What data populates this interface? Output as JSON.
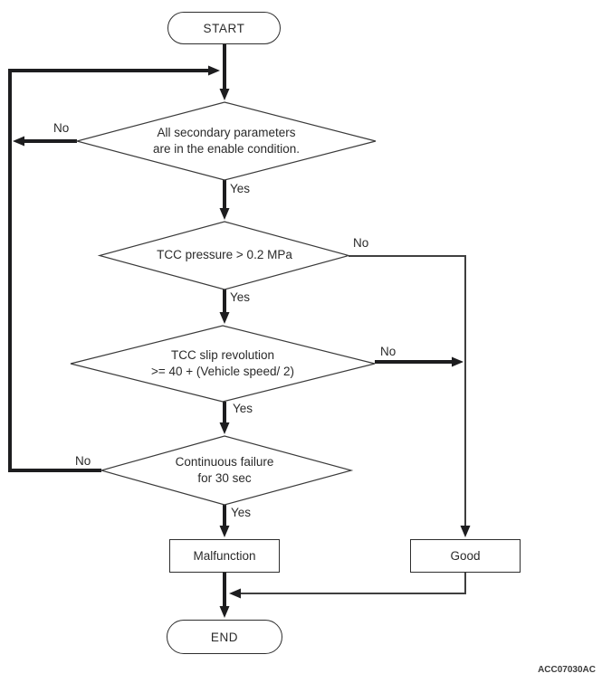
{
  "figure_code": "ACC07030AC",
  "nodes": {
    "start": {
      "label": "START"
    },
    "decision1": {
      "line1": "All secondary parameters",
      "line2": "are in the enable condition."
    },
    "decision2": {
      "line1": "TCC pressure > 0.2 MPa"
    },
    "decision3": {
      "line1": "TCC slip revolution",
      "line2": ">= 40 + (Vehicle speed/ 2)"
    },
    "decision4": {
      "line1": "Continuous failure",
      "line2": "for 30 sec"
    },
    "malfunction": {
      "label": "Malfunction"
    },
    "good": {
      "label": "Good"
    },
    "end": {
      "label": "END"
    }
  },
  "edges": {
    "d1_yes": "Yes",
    "d1_no": "No",
    "d2_yes": "Yes",
    "d2_no": "No",
    "d3_yes": "Yes",
    "d3_no": "No",
    "d4_yes": "Yes",
    "d4_no": "No",
    "flow_notes": [
      "start -> decision1",
      "decision1 -No-> loop back above decision1",
      "decision1 -Yes-> decision2",
      "decision2 -No-> good",
      "decision2 -Yes-> decision3",
      "decision3 -No-> good",
      "decision3 -Yes-> decision4",
      "decision4 -No-> loop back above decision1",
      "decision4 -Yes-> malfunction",
      "malfunction -> end",
      "good -> end"
    ]
  },
  "colors": {
    "line_thick": "#1d1d1f",
    "line_thin": "#3f3f3f",
    "outline": "#3a3a3a",
    "background": "#ffffff"
  }
}
